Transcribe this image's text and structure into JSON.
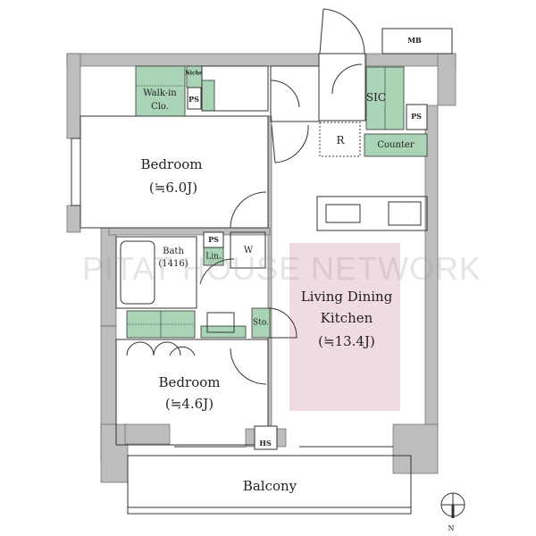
{
  "watermark": "PITAT HOUSE NETWORK",
  "colors": {
    "wall": "#bdbdbd",
    "storage": "#a9d4b6",
    "ldk": "#f0dbe0",
    "line": "#333333"
  },
  "rooms": {
    "bedroom1": {
      "name": "Bedroom",
      "size": "(≒6.0J)"
    },
    "bedroom2": {
      "name": "Bedroom",
      "size": "(≒4.6J)"
    },
    "ldk": {
      "name_line1": "Living Dining",
      "name_line2": "Kitchen",
      "size": "(≒13.4J)"
    },
    "bath": {
      "name": "Bath",
      "size": "(1416)"
    },
    "balcony": "Balcony"
  },
  "labels": {
    "walk_in_line1": "Walk-in",
    "walk_in_line2": "Clo.",
    "niche": "Niche",
    "ps1": "PS",
    "ps2": "PS",
    "ps3": "PS",
    "sic": "SIC",
    "r": "R",
    "counter": "Counter",
    "lin": "Lin.",
    "w": "W",
    "sto": "Sto.",
    "hs": "HS",
    "mb": "MB",
    "north": "N"
  }
}
